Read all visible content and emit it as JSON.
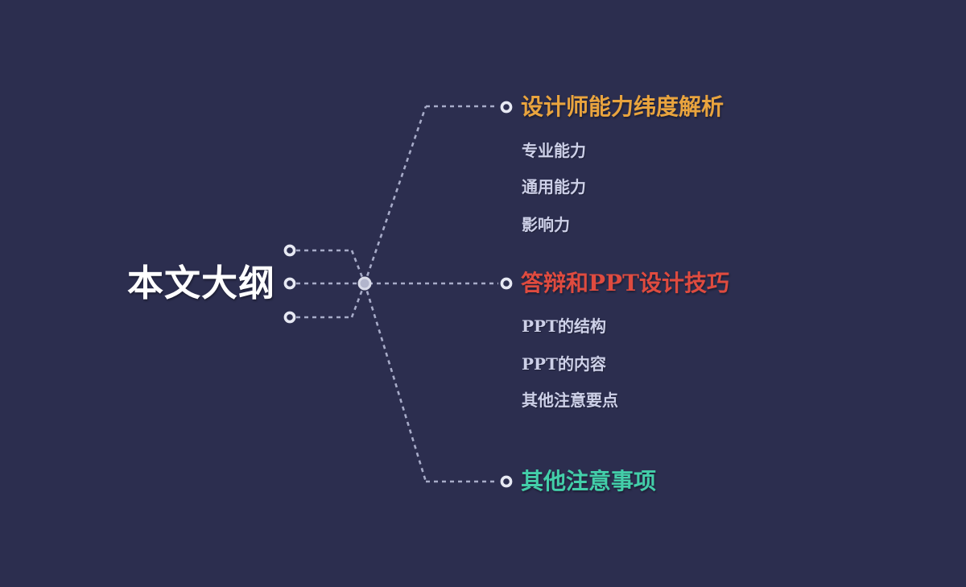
{
  "root": {
    "title": "本文大纲"
  },
  "branches": [
    {
      "title": "设计师能力纬度解析",
      "color": "#e9a43e",
      "items": [
        "专业能力",
        "通用能力",
        "影响力"
      ]
    },
    {
      "title": "答辩和PPT设计技巧",
      "color": "#df4b3f",
      "items": [
        "PPT的结构",
        "PPT的内容",
        "其他注意要点"
      ]
    },
    {
      "title": "其他注意事项",
      "color": "#43cea9",
      "items": []
    }
  ],
  "style": {
    "background": "#2c2e4f",
    "connector_color": "#a7abc8",
    "ring_color": "#e7e9f3",
    "hub_fill": "#b2b5cc",
    "root_text_color": "#ffffff",
    "sub_item_color": "#cdd0e8"
  }
}
